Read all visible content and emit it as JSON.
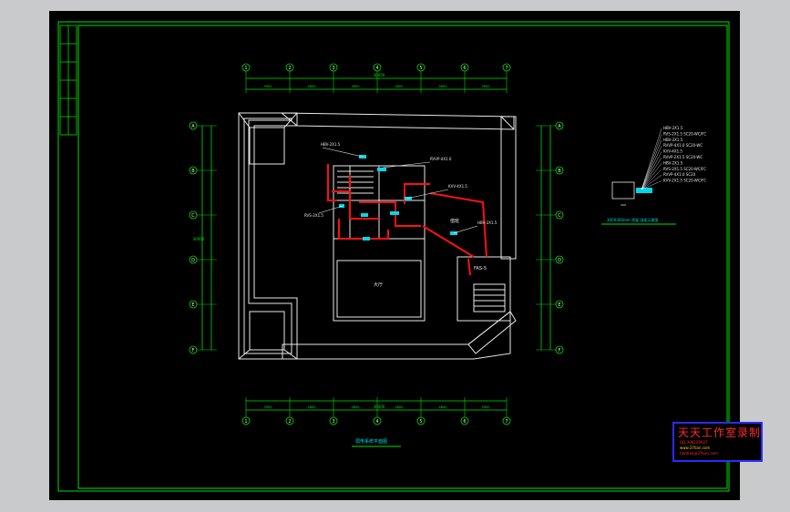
{
  "drawing": {
    "plan_title": "弱电系统平面图",
    "overall_dimension_top": "30000",
    "overall_dimension_bottom": "30000",
    "side_dimension": "30000",
    "room_label_hall": "大厅",
    "room_label_small": "值班",
    "cabinet_label": "FAS-5",
    "column_labels_x": [
      "1",
      "2",
      "3",
      "4",
      "5",
      "6",
      "7"
    ],
    "column_labels_y": [
      "A",
      "B",
      "C",
      "D",
      "E",
      "F"
    ],
    "span_labels_top": [
      "3900",
      "4800",
      "4800",
      "4800",
      "4800",
      "3900"
    ],
    "span_labels_bottom": [
      "3900",
      "4800",
      "4800",
      "4800",
      "4800",
      "3900"
    ],
    "legend_lines": [
      "HBV-2X1.5",
      "RVS-2X1.5 SC20-WC/FC",
      "HBV-2X1.5",
      "RVVP-4X1.0 SC20-WC",
      "KVV-4X1.5",
      "RVVP-2X1.5 SC20-WC",
      "HBV-2X1.5",
      "RVS-2X1.5 SC20-WC/FC",
      "RVVP-4X1.0 SC20",
      "KVV-2X1.5 SC20-WC/FC"
    ],
    "legend_caption": "300X300mm 桥架 剖面示意图",
    "legend_box_label": "300"
  },
  "stamp": {
    "title": "天天工作室录制",
    "line1": "QQ:306226627",
    "line2": "www.37tian.com",
    "line3": "tiantian@37tian.com"
  },
  "colors": {
    "background": "#000000",
    "frame_green": "#00e000",
    "wall_white": "#e8e8e8",
    "wiring_red": "#ff1010",
    "annotation_cyan": "#00d8e8",
    "stamp_border": "#2a2cff",
    "stamp_text": "#ff2a2a"
  }
}
